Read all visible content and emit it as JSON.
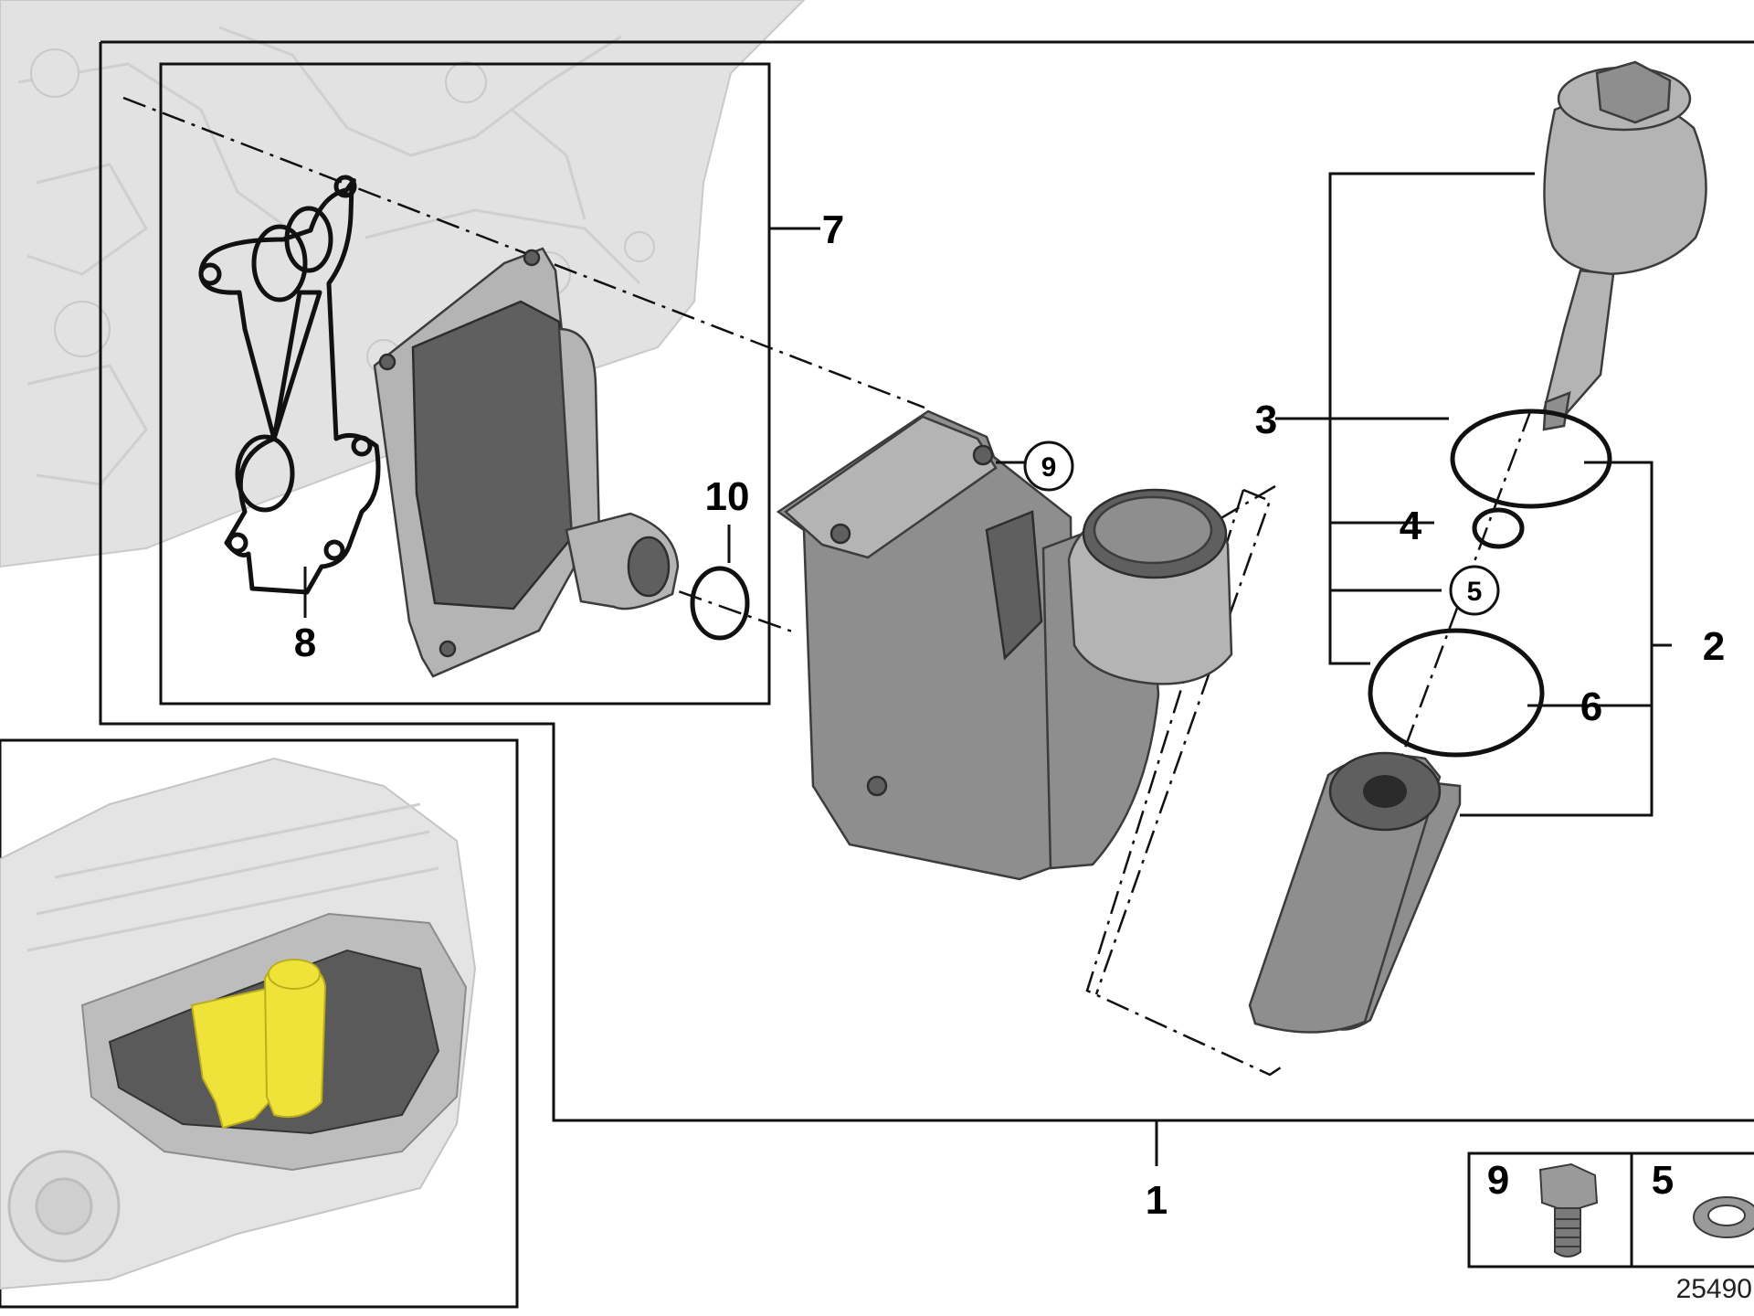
{
  "labels": {
    "l1": "1",
    "l2": "2",
    "l3": "3",
    "l4": "4",
    "l5": "5",
    "l6": "6",
    "l7": "7",
    "l8": "8",
    "l9": "9",
    "l10": "10"
  },
  "legend": {
    "item_bolt": "9",
    "item_washer": "5"
  },
  "reference_number": "25490"
}
